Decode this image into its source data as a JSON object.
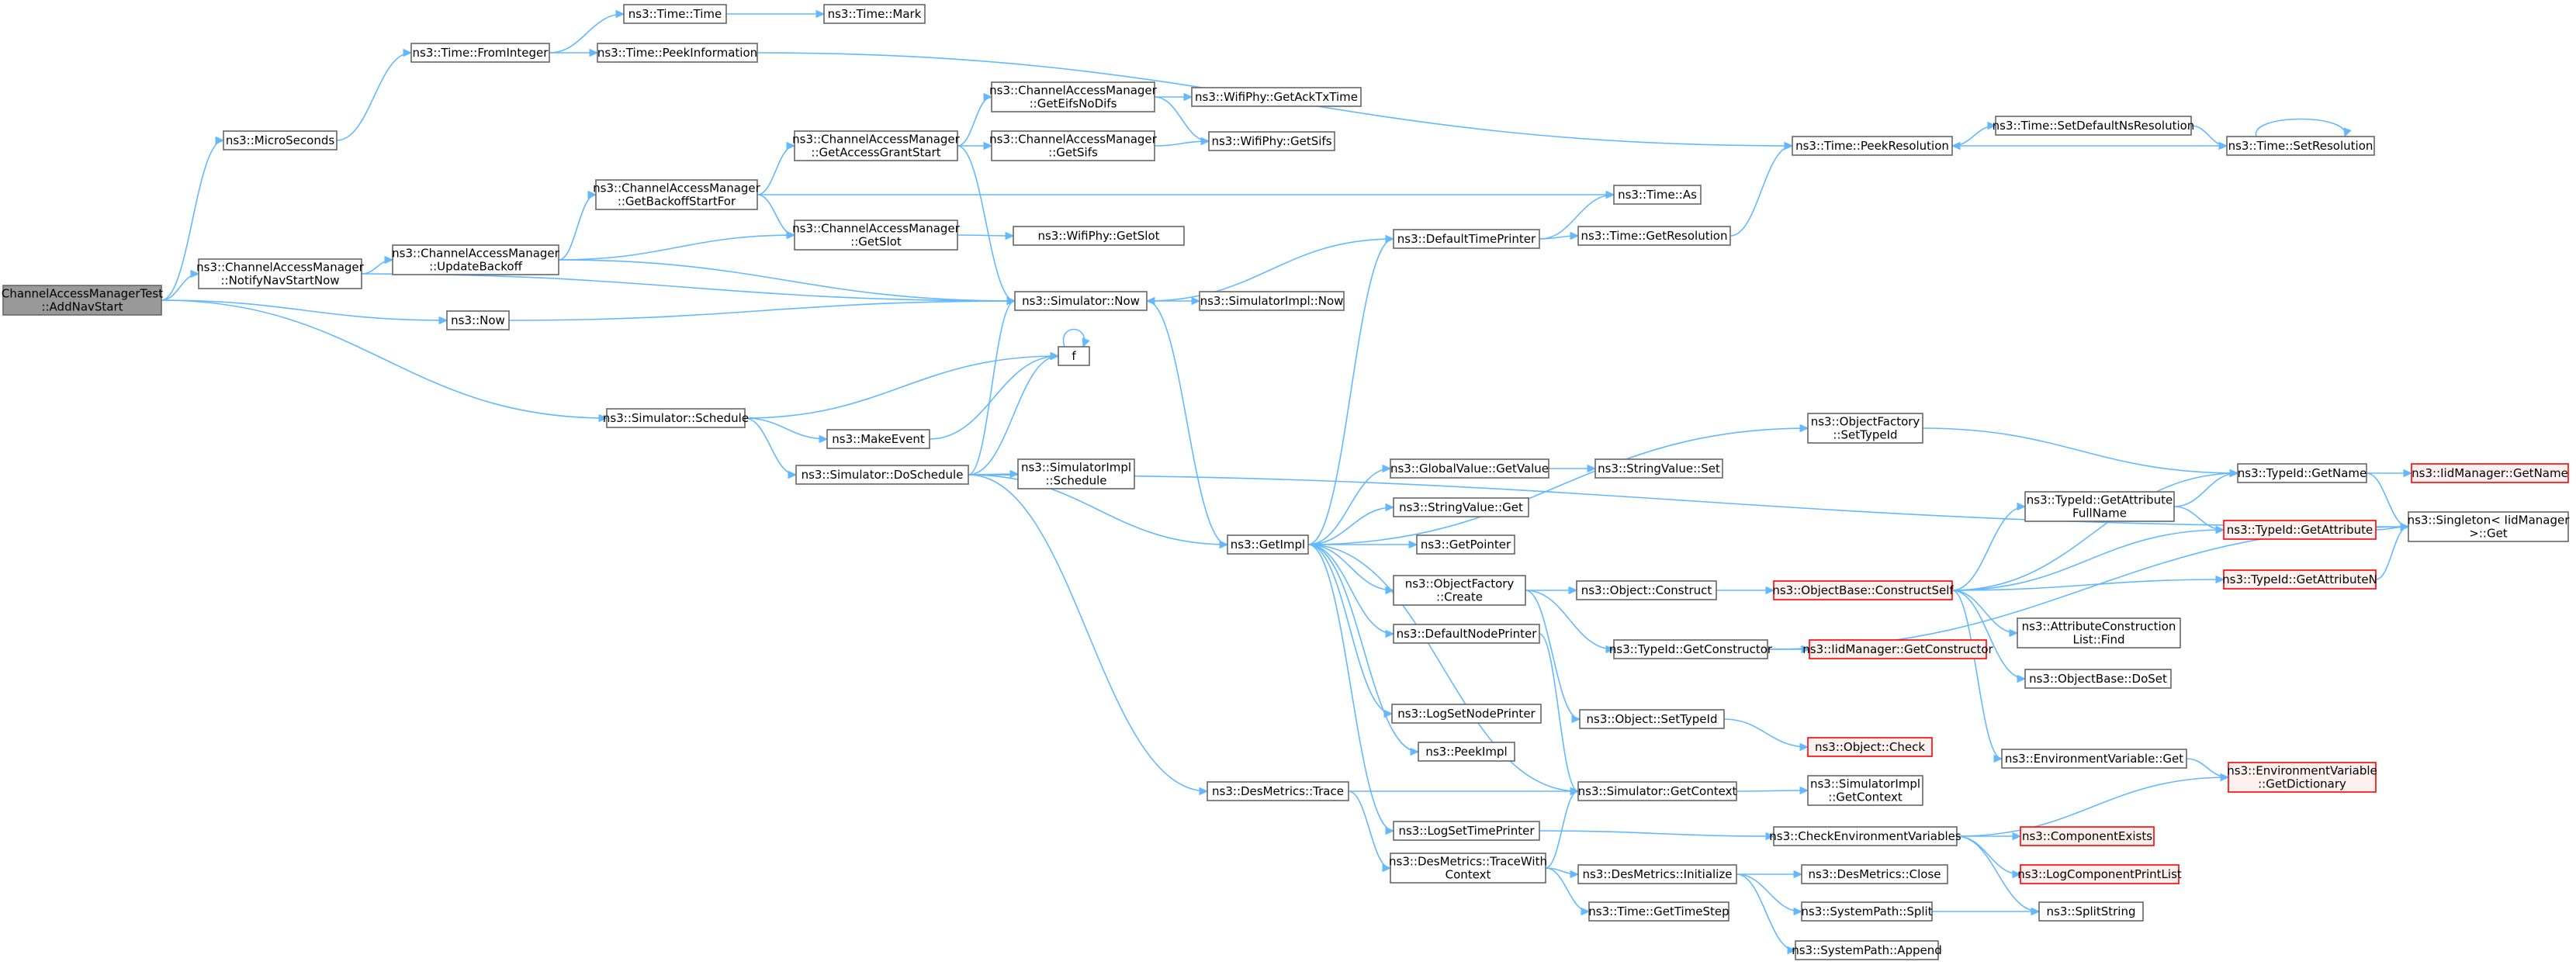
{
  "colors": {
    "edge": "#63b8ff",
    "node_border": "#666666",
    "root_fill": "#999999",
    "truncated_border": "#ff0000",
    "truncated_fill": "#fff0f0"
  },
  "nodes": [
    {
      "id": "root",
      "lines": [
        "ChannelAccessManagerTest",
        "::AddNavStart"
      ],
      "style": "root"
    },
    {
      "id": "microseconds",
      "lines": [
        "ns3::MicroSeconds"
      ]
    },
    {
      "id": "notifynav",
      "lines": [
        "ns3::ChannelAccessManager",
        "::NotifyNavStartNow"
      ]
    },
    {
      "id": "now",
      "lines": [
        "ns3::Now"
      ]
    },
    {
      "id": "schedule",
      "lines": [
        "ns3::Simulator::Schedule"
      ]
    },
    {
      "id": "frominteger",
      "lines": [
        "ns3::Time::FromInteger"
      ]
    },
    {
      "id": "timetime",
      "lines": [
        "ns3::Time::Time"
      ]
    },
    {
      "id": "timemark",
      "lines": [
        "ns3::Time::Mark"
      ]
    },
    {
      "id": "peekinfo",
      "lines": [
        "ns3::Time::PeekInformation"
      ]
    },
    {
      "id": "updatebackoff",
      "lines": [
        "ns3::ChannelAccessManager",
        "::UpdateBackoff"
      ]
    },
    {
      "id": "getbackoffstart",
      "lines": [
        "ns3::ChannelAccessManager",
        "::GetBackoffStartFor"
      ]
    },
    {
      "id": "getaccessgrant",
      "lines": [
        "ns3::ChannelAccessManager",
        "::GetAccessGrantStart"
      ]
    },
    {
      "id": "geteifs",
      "lines": [
        "ns3::ChannelAccessManager",
        "::GetEifsNoDifs"
      ]
    },
    {
      "id": "getsifs",
      "lines": [
        "ns3::ChannelAccessManager",
        "::GetSifs"
      ]
    },
    {
      "id": "getslot",
      "lines": [
        "ns3::ChannelAccessManager",
        "::GetSlot"
      ]
    },
    {
      "id": "wifiackt",
      "lines": [
        "ns3::WifiPhy::GetAckTxTime"
      ]
    },
    {
      "id": "wifisifs",
      "lines": [
        "ns3::WifiPhy::GetSifs"
      ]
    },
    {
      "id": "wifislot",
      "lines": [
        "ns3::WifiPhy::GetSlot"
      ]
    },
    {
      "id": "simnow",
      "lines": [
        "ns3::Simulator::Now"
      ]
    },
    {
      "id": "simimplnow",
      "lines": [
        "ns3::SimulatorImpl::Now"
      ]
    },
    {
      "id": "f",
      "lines": [
        "f"
      ]
    },
    {
      "id": "makeevent",
      "lines": [
        "ns3::MakeEvent"
      ]
    },
    {
      "id": "doschedule",
      "lines": [
        "ns3::Simulator::DoSchedule"
      ]
    },
    {
      "id": "simimplschedule",
      "lines": [
        "ns3::SimulatorImpl",
        "::Schedule"
      ]
    },
    {
      "id": "getimpl",
      "lines": [
        "ns3::GetImpl"
      ]
    },
    {
      "id": "destrace",
      "lines": [
        "ns3::DesMetrics::Trace"
      ]
    },
    {
      "id": "destracectx",
      "lines": [
        "ns3::DesMetrics::TraceWith",
        "Context"
      ]
    },
    {
      "id": "defaulttimeprinter",
      "lines": [
        "ns3::DefaultTimePrinter"
      ]
    },
    {
      "id": "timeas",
      "lines": [
        "ns3::Time::As"
      ]
    },
    {
      "id": "getresolution",
      "lines": [
        "ns3::Time::GetResolution"
      ]
    },
    {
      "id": "peekresolution",
      "lines": [
        "ns3::Time::PeekResolution"
      ]
    },
    {
      "id": "setdefaultns",
      "lines": [
        "ns3::Time::SetDefaultNsResolution"
      ]
    },
    {
      "id": "setresolution",
      "lines": [
        "ns3::Time::SetResolution"
      ]
    },
    {
      "id": "globalvalue",
      "lines": [
        "ns3::GlobalValue::GetValue"
      ]
    },
    {
      "id": "stringvalueset",
      "lines": [
        "ns3::StringValue::Set"
      ]
    },
    {
      "id": "stringvalueget",
      "lines": [
        "ns3::StringValue::Get"
      ]
    },
    {
      "id": "getpointer",
      "lines": [
        "ns3::GetPointer"
      ]
    },
    {
      "id": "ofcreate",
      "lines": [
        "ns3::ObjectFactory",
        "::Create"
      ]
    },
    {
      "id": "defaultnodeprinter",
      "lines": [
        "ns3::DefaultNodePrinter"
      ]
    },
    {
      "id": "logsetnodeprinter",
      "lines": [
        "ns3::LogSetNodePrinter"
      ]
    },
    {
      "id": "peekimpl",
      "lines": [
        "ns3::PeekImpl"
      ]
    },
    {
      "id": "logsettimeprinter",
      "lines": [
        "ns3::LogSetTimePrinter"
      ]
    },
    {
      "id": "objfactorysettypeid",
      "lines": [
        "ns3::ObjectFactory",
        "::SetTypeId"
      ]
    },
    {
      "id": "objconstruct",
      "lines": [
        "ns3::Object::Construct"
      ]
    },
    {
      "id": "typeidgetconstructor",
      "lines": [
        "ns3::TypeId::GetConstructor"
      ]
    },
    {
      "id": "objsettypeid",
      "lines": [
        "ns3::Object::SetTypeId"
      ]
    },
    {
      "id": "simgetcontext",
      "lines": [
        "ns3::Simulator::GetContext"
      ]
    },
    {
      "id": "desinit",
      "lines": [
        "ns3::DesMetrics::Initialize"
      ]
    },
    {
      "id": "timestep",
      "lines": [
        "ns3::Time::GetTimeStep"
      ]
    },
    {
      "id": "objbaseconstruct",
      "lines": [
        "ns3::ObjectBase::ConstructSelf"
      ],
      "style": "red"
    },
    {
      "id": "iidgetconstructor",
      "lines": [
        "ns3::IidManager::GetConstructor"
      ],
      "style": "red"
    },
    {
      "id": "objcheck",
      "lines": [
        "ns3::Object::Check"
      ],
      "style": "red"
    },
    {
      "id": "simimplgetcontext",
      "lines": [
        "ns3::SimulatorImpl",
        "::GetContext"
      ]
    },
    {
      "id": "checkenv",
      "lines": [
        "ns3::CheckEnvironmentVariables"
      ]
    },
    {
      "id": "desclose",
      "lines": [
        "ns3::DesMetrics::Close"
      ]
    },
    {
      "id": "syssplit",
      "lines": [
        "ns3::SystemPath::Split"
      ]
    },
    {
      "id": "sysappend",
      "lines": [
        "ns3::SystemPath::Append"
      ]
    },
    {
      "id": "typeidgetattrfull",
      "lines": [
        "ns3::TypeId::GetAttribute",
        "FullName"
      ]
    },
    {
      "id": "typeidgetname",
      "lines": [
        "ns3::TypeId::GetName"
      ]
    },
    {
      "id": "attrconstruct",
      "lines": [
        "ns3::AttributeConstruction",
        "List::Find"
      ]
    },
    {
      "id": "objbasedoset",
      "lines": [
        "ns3::ObjectBase::DoSet"
      ]
    },
    {
      "id": "envget",
      "lines": [
        "ns3::EnvironmentVariable::Get"
      ]
    },
    {
      "id": "componentexists",
      "lines": [
        "ns3::ComponentExists"
      ],
      "style": "red"
    },
    {
      "id": "logcomponentprint",
      "lines": [
        "ns3::LogComponentPrintList"
      ],
      "style": "red"
    },
    {
      "id": "splitstring",
      "lines": [
        "ns3::SplitString"
      ]
    },
    {
      "id": "typeidgetattr",
      "lines": [
        "ns3::TypeId::GetAttribute"
      ],
      "style": "red"
    },
    {
      "id": "typeidgetattrn",
      "lines": [
        "ns3::TypeId::GetAttributeN"
      ],
      "style": "red"
    },
    {
      "id": "envgetdict",
      "lines": [
        "ns3::EnvironmentVariable",
        "::GetDictionary"
      ],
      "style": "red"
    },
    {
      "id": "iidgetname",
      "lines": [
        "ns3::IidManager::GetName"
      ],
      "style": "red"
    },
    {
      "id": "singletonget",
      "lines": [
        "ns3::Singleton< IidManager",
        ">::Get"
      ]
    }
  ],
  "edges": [
    [
      "root",
      "microseconds"
    ],
    [
      "root",
      "notifynav"
    ],
    [
      "root",
      "now"
    ],
    [
      "root",
      "schedule"
    ],
    [
      "microseconds",
      "frominteger"
    ],
    [
      "frominteger",
      "timetime"
    ],
    [
      "frominteger",
      "peekinfo"
    ],
    [
      "timetime",
      "timemark"
    ],
    [
      "peekinfo",
      "peekresolution"
    ],
    [
      "notifynav",
      "updatebackoff"
    ],
    [
      "notifynav",
      "simnow"
    ],
    [
      "updatebackoff",
      "getbackoffstart"
    ],
    [
      "updatebackoff",
      "getslot"
    ],
    [
      "updatebackoff",
      "simnow"
    ],
    [
      "getbackoffstart",
      "getaccessgrant"
    ],
    [
      "getbackoffstart",
      "getslot"
    ],
    [
      "getbackoffstart",
      "timeas"
    ],
    [
      "getaccessgrant",
      "geteifs"
    ],
    [
      "getaccessgrant",
      "getsifs"
    ],
    [
      "getaccessgrant",
      "simnow"
    ],
    [
      "geteifs",
      "wifiackt"
    ],
    [
      "geteifs",
      "wifisifs"
    ],
    [
      "getsifs",
      "wifisifs"
    ],
    [
      "getslot",
      "wifislot"
    ],
    [
      "now",
      "simnow"
    ],
    [
      "simnow",
      "simimplnow"
    ],
    [
      "simnow",
      "getimpl"
    ],
    [
      "schedule",
      "f"
    ],
    [
      "schedule",
      "makeevent"
    ],
    [
      "schedule",
      "doschedule"
    ],
    [
      "makeevent",
      "f"
    ],
    [
      "f",
      "f"
    ],
    [
      "doschedule",
      "simnow"
    ],
    [
      "doschedule",
      "f"
    ],
    [
      "doschedule",
      "simimplschedule"
    ],
    [
      "doschedule",
      "getimpl"
    ],
    [
      "doschedule",
      "destrace"
    ],
    [
      "doschedule",
      "singletonget"
    ],
    [
      "getimpl",
      "defaulttimeprinter"
    ],
    [
      "getimpl",
      "objfactorysettypeid"
    ],
    [
      "getimpl",
      "globalvalue"
    ],
    [
      "getimpl",
      "stringvalueget"
    ],
    [
      "getimpl",
      "getpointer"
    ],
    [
      "getimpl",
      "ofcreate"
    ],
    [
      "getimpl",
      "defaultnodeprinter"
    ],
    [
      "getimpl",
      "logsetnodeprinter"
    ],
    [
      "getimpl",
      "peekimpl"
    ],
    [
      "getimpl",
      "logsettimeprinter"
    ],
    [
      "getimpl",
      "simgetcontext"
    ],
    [
      "defaulttimeprinter",
      "timeas"
    ],
    [
      "defaulttimeprinter",
      "getresolution"
    ],
    [
      "defaulttimeprinter",
      "simnow"
    ],
    [
      "getresolution",
      "peekresolution"
    ],
    [
      "peekresolution",
      "setdefaultns"
    ],
    [
      "setdefaultns",
      "setresolution"
    ],
    [
      "setresolution",
      "setresolution"
    ],
    [
      "setresolution",
      "peekresolution"
    ],
    [
      "globalvalue",
      "stringvalueset"
    ],
    [
      "ofcreate",
      "objconstruct"
    ],
    [
      "ofcreate",
      "typeidgetconstructor"
    ],
    [
      "ofcreate",
      "objsettypeid"
    ],
    [
      "objconstruct",
      "objbaseconstruct"
    ],
    [
      "typeidgetconstructor",
      "iidgetconstructor"
    ],
    [
      "typeidgetconstructor",
      "singletonget"
    ],
    [
      "objsettypeid",
      "objcheck"
    ],
    [
      "defaultnodeprinter",
      "simgetcontext"
    ],
    [
      "destrace",
      "simgetcontext"
    ],
    [
      "destrace",
      "destracectx"
    ],
    [
      "destracectx",
      "simgetcontext"
    ],
    [
      "destracectx",
      "desinit"
    ],
    [
      "destracectx",
      "timestep"
    ],
    [
      "simgetcontext",
      "simimplgetcontext"
    ],
    [
      "logsettimeprinter",
      "checkenv"
    ],
    [
      "desinit",
      "desclose"
    ],
    [
      "desinit",
      "syssplit"
    ],
    [
      "desinit",
      "sysappend"
    ],
    [
      "syssplit",
      "splitstring"
    ],
    [
      "checkenv",
      "envgetdict"
    ],
    [
      "checkenv",
      "componentexists"
    ],
    [
      "checkenv",
      "logcomponentprint"
    ],
    [
      "checkenv",
      "splitstring"
    ],
    [
      "objfactorysettypeid",
      "typeidgetname"
    ],
    [
      "objbaseconstruct",
      "typeidgetname"
    ],
    [
      "objbaseconstruct",
      "typeidgetattrfull"
    ],
    [
      "objbaseconstruct",
      "typeidgetattr"
    ],
    [
      "objbaseconstruct",
      "typeidgetattrn"
    ],
    [
      "objbaseconstruct",
      "attrconstruct"
    ],
    [
      "objbaseconstruct",
      "objbasedoset"
    ],
    [
      "objbaseconstruct",
      "envget"
    ],
    [
      "typeidgetattrfull",
      "typeidgetname"
    ],
    [
      "typeidgetattrfull",
      "typeidgetattr"
    ],
    [
      "typeidgetname",
      "iidgetname"
    ],
    [
      "typeidgetname",
      "singletonget"
    ],
    [
      "typeidgetattr",
      "singletonget"
    ],
    [
      "typeidgetattrn",
      "singletonget"
    ],
    [
      "envget",
      "envgetdict"
    ]
  ]
}
